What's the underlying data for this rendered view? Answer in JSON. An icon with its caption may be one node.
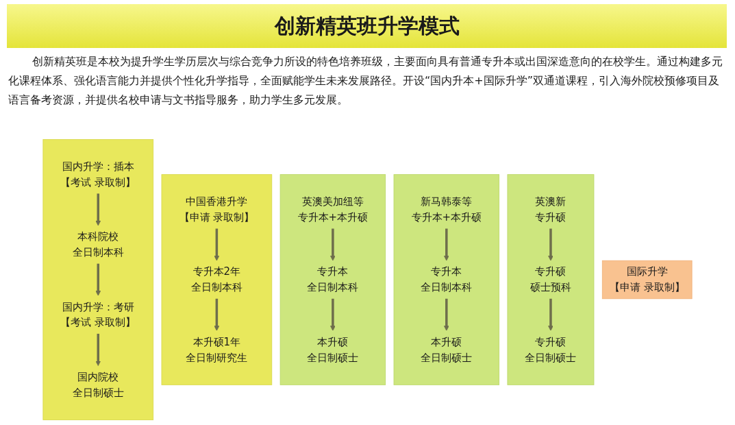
{
  "diagram": {
    "title": "创新精英班升学模式",
    "nodes": [
      {
        "text": [],
        "shape": "box"
      },
      {
        "text": [
          "国内升学：插本",
          "【考试 录取制】"
        ],
        "in": 0
      },
      {
        "text": [
          "本科院校",
          "全日制本科"
        ],
        "in": 0
      },
      {
        "text": [
          "国内升学：考研",
          "【考试 录取制】"
        ],
        "in": 0
      },
      {
        "text": [
          "国内院校",
          "全日制硕士"
        ],
        "in": 0
      },
      {
        "text": [],
        "shape": "box"
      },
      {
        "text": [
          "中国香港升学",
          "【申请 录取制】"
        ],
        "in": 5
      },
      {
        "text": [
          "专升本2年",
          "全日制本科"
        ],
        "in": 5
      },
      {
        "text": [
          "本升硕1年",
          "全日制研究生"
        ],
        "in": 5
      },
      {
        "text": [
          "国际升学",
          "【申请 录取制】"
        ]
      },
      {
        "text": [],
        "shape": "box"
      },
      {
        "text": [
          "英澳美加纽等",
          "专升本+本升硕"
        ],
        "in": 10
      },
      {
        "text": [
          "专升本",
          "全日制本科"
        ],
        "in": 10
      },
      {
        "text": [
          "本升硕",
          "全日制硕士"
        ],
        "in": 10
      },
      {
        "text": [],
        "shape": "box"
      },
      {
        "text": [
          "新马韩泰等",
          "专升本+本升硕"
        ],
        "in": 14
      },
      {
        "text": [
          "专升本",
          "全日制本科"
        ],
        "in": 14
      },
      {
        "text": [
          "本升硕",
          "全日制硕士"
        ],
        "in": 14
      },
      {
        "text": [],
        "shape": "box"
      },
      {
        "text": [
          "英澳新",
          "专升硕"
        ],
        "in": 18
      },
      {
        "text": [
          "专升硕",
          "硕士预科"
        ],
        "in": 18
      },
      {
        "text": [
          "专升硕",
          "全日制硕士"
        ],
        "in": 18
      }
    ],
    "edges": [
      {
        "from": 1,
        "to": 2,
        "arrow": "to"
      },
      {
        "from": 2,
        "to": 3,
        "arrow": "to"
      },
      {
        "from": 3,
        "to": 4,
        "arrow": "to"
      },
      {
        "from": 6,
        "to": 7,
        "arrow": "to"
      },
      {
        "from": 7,
        "to": 8,
        "arrow": "to"
      },
      {
        "from": 11,
        "to": 12,
        "arrow": "to"
      },
      {
        "from": 12,
        "to": 13,
        "arrow": "to"
      },
      {
        "from": 15,
        "to": 16,
        "arrow": "to"
      },
      {
        "from": 16,
        "to": 17,
        "arrow": "to"
      },
      {
        "from": 19,
        "to": 20,
        "arrow": "to"
      },
      {
        "from": 20,
        "to": 21,
        "arrow": "to"
      }
    ],
    "labels": [
      "创新精英班是本校为提升学生学历层次与综合竞争力所设的特色培养班级，主要面向具有普通专升本或出国深造意向的在校学生。通过构建多元化课程体系、强化语言能力并提供个性化升学指导，全面赋能学生未来发展路径。开设“国内升本+国际升学”双通道课程，引入海外院校预修项目及语言备考资源，并提供名校申请与文书指导服务，助力学生多元发展。"
    ]
  }
}
